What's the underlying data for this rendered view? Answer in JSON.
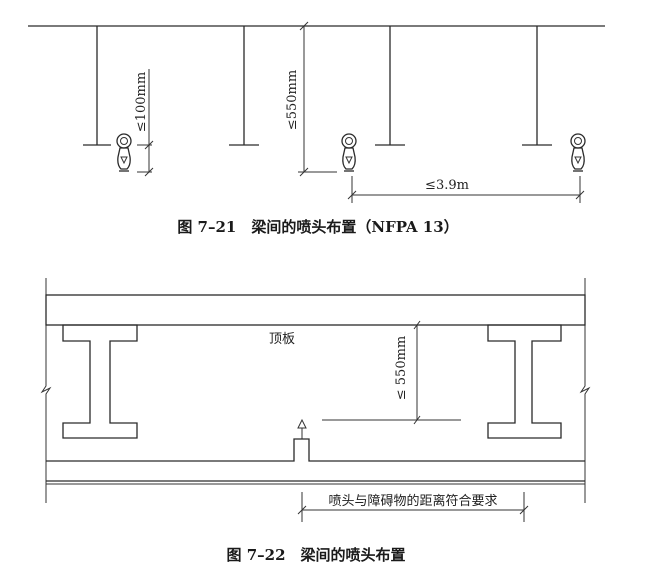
{
  "figure_1": {
    "caption": "图 7–21　梁间的喷头布置（NFPA 13）",
    "dim_deflector": "≤100mm",
    "dim_ceiling": "≤550mm",
    "dim_spacing": "≤3.9m"
  },
  "figure_2": {
    "caption": "图 7–22　梁间的喷头布置",
    "slab_label": "顶板",
    "dim_ceiling": "≤ 550mm",
    "dim_obstruction": "喷头与障碍物的距离符合要求"
  }
}
